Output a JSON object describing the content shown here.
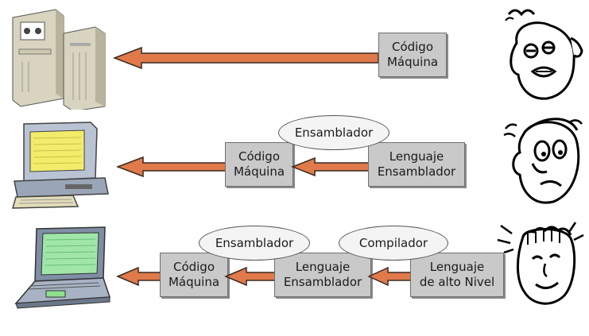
{
  "rows": [
    {
      "boxes": [
        {
          "line1": "Código",
          "line2": "Máquina"
        }
      ],
      "ovals": []
    },
    {
      "boxes": [
        {
          "line1": "Código",
          "line2": "Máquina"
        },
        {
          "line1": "Lenguaje",
          "line2": "Ensamblador"
        }
      ],
      "ovals": [
        {
          "label": "Ensamblador"
        }
      ]
    },
    {
      "boxes": [
        {
          "line1": "Código",
          "line2": "Máquina"
        },
        {
          "line1": "Lenguaje",
          "line2": "Ensamblador"
        },
        {
          "line1": "Lenguaje",
          "line2": "de alto Nivel"
        }
      ],
      "ovals": [
        {
          "label": "Ensamblador"
        },
        {
          "label": "Compilador"
        }
      ]
    }
  ],
  "icons": {
    "row1_computer": "mainframe-computer-icon",
    "row2_computer": "desktop-computer-icon",
    "row3_computer": "laptop-computer-icon",
    "row1_face": "frustrated-face-icon",
    "row2_face": "worried-face-icon",
    "row3_face": "relieved-face-icon"
  },
  "colors": {
    "arrow_fill": "#e07a4a",
    "arrow_stroke": "#3a2a20",
    "box_fill": "#c9c9c9",
    "screen_yellow": "#f3ec6a",
    "screen_green": "#9fe6a8"
  }
}
